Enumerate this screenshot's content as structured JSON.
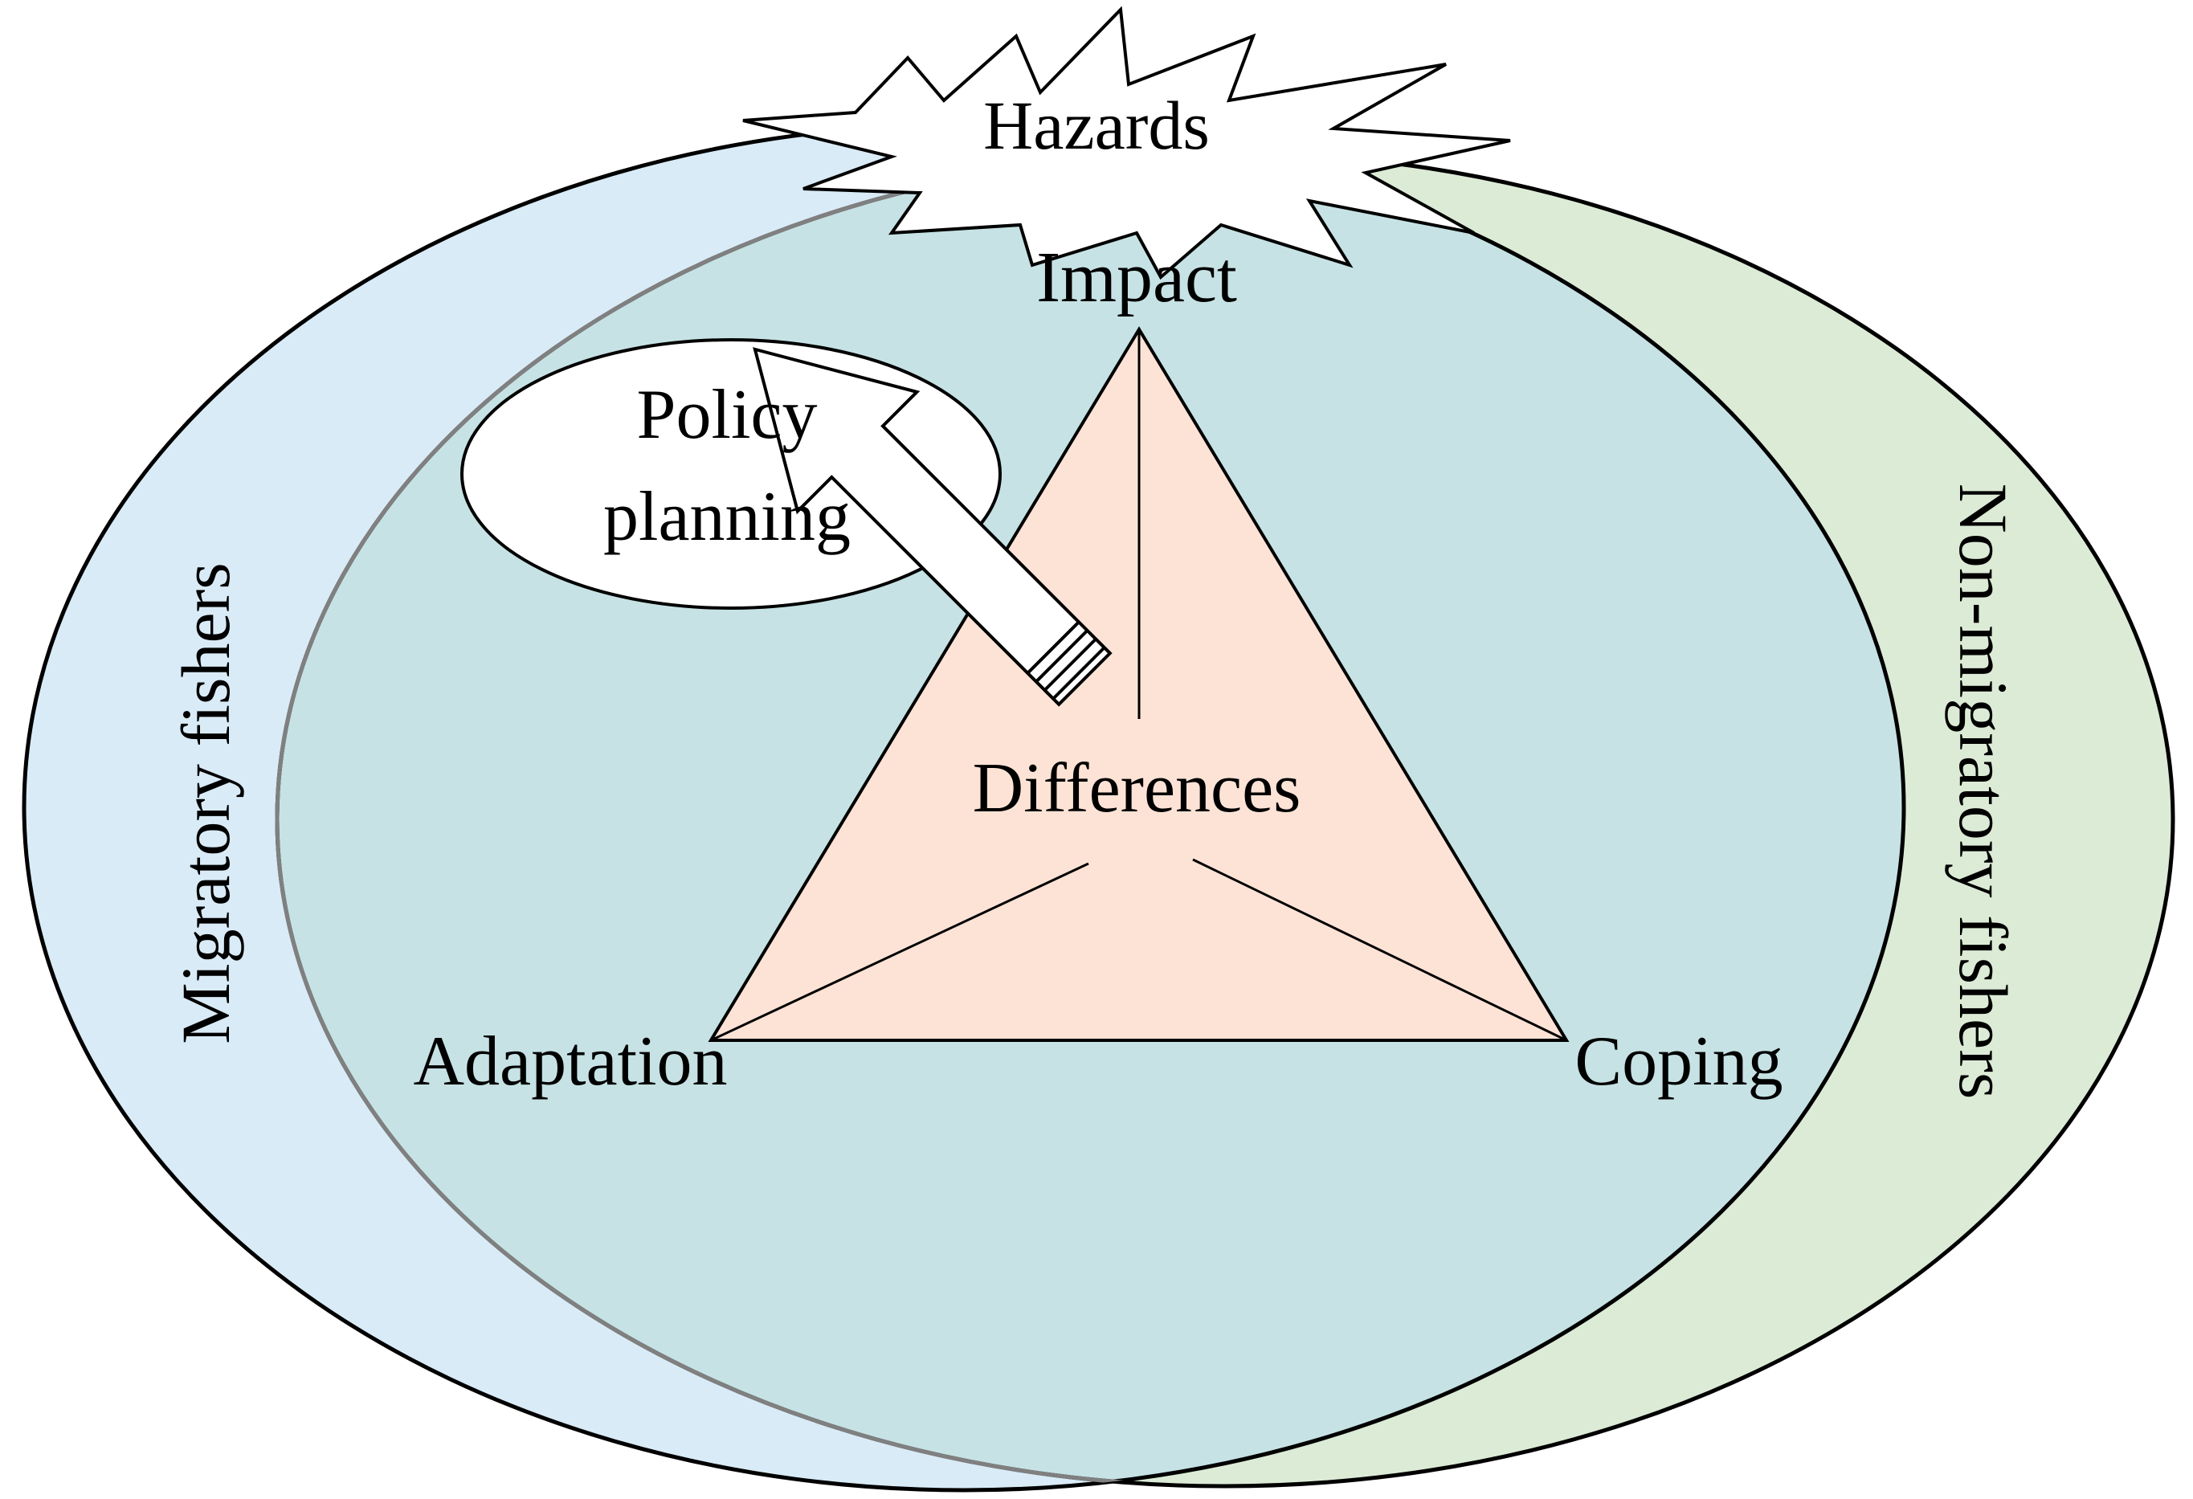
{
  "labels": {
    "hazards": "Hazards",
    "impact": "Impact",
    "policy_line1": "Policy",
    "policy_line2": "planning",
    "differences": "Differences",
    "adaptation": "Adaptation",
    "coping": "Coping",
    "migratory": "Migratory fishers",
    "non_migratory": "Non-migratory fishers"
  },
  "colors": {
    "migratory_fill": "#d9ebf6",
    "non_migratory_fill": "#dcebd6",
    "overlap_fill": "#c6e2e4",
    "triangle_fill": "#fde3d6",
    "outline": "#000000",
    "inner_outline": "#808080"
  }
}
